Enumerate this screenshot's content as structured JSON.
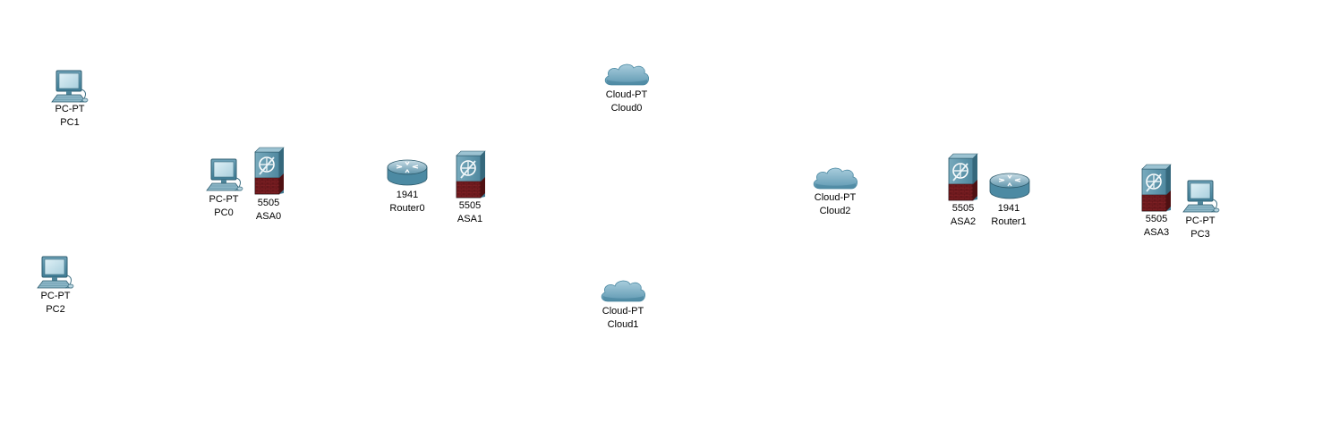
{
  "devices": {
    "pc1": {
      "model": "PC-PT",
      "name": "PC1",
      "icon": "pc-icon"
    },
    "pc0": {
      "model": "PC-PT",
      "name": "PC0",
      "icon": "pc-icon"
    },
    "pc2": {
      "model": "PC-PT",
      "name": "PC2",
      "icon": "pc-icon"
    },
    "pc3": {
      "model": "PC-PT",
      "name": "PC3",
      "icon": "pc-icon"
    },
    "asa0": {
      "model": "5505",
      "name": "ASA0",
      "icon": "firewall-icon"
    },
    "asa1": {
      "model": "5505",
      "name": "ASA1",
      "icon": "firewall-icon"
    },
    "asa2": {
      "model": "5505",
      "name": "ASA2",
      "icon": "firewall-icon"
    },
    "asa3": {
      "model": "5505",
      "name": "ASA3",
      "icon": "firewall-icon"
    },
    "router0": {
      "model": "1941",
      "name": "Router0",
      "icon": "router-icon"
    },
    "router1": {
      "model": "1941",
      "name": "Router1",
      "icon": "router-icon"
    },
    "cloud0": {
      "model": "Cloud-PT",
      "name": "Cloud0",
      "icon": "cloud-icon"
    },
    "cloud1": {
      "model": "Cloud-PT",
      "name": "Cloud1",
      "icon": "cloud-icon"
    },
    "cloud2": {
      "model": "Cloud-PT",
      "name": "Cloud2",
      "icon": "cloud-icon"
    }
  }
}
